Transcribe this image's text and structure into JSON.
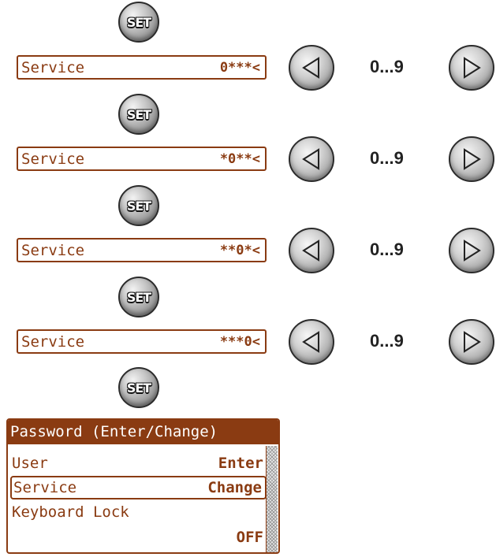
{
  "set_label": "SET",
  "range_label": "0...9",
  "steps": [
    {
      "label": "Service",
      "code": "0***<"
    },
    {
      "label": "Service",
      "code": "*0**<"
    },
    {
      "label": "Service",
      "code": "**0*<"
    },
    {
      "label": "Service",
      "code": "***0<"
    }
  ],
  "menu": {
    "title": "Password (Enter/Change)",
    "rows": [
      {
        "label": "User",
        "value": "Enter"
      },
      {
        "label": "Service",
        "value": "Change",
        "selected": true
      },
      {
        "label": "Keyboard Lock",
        "value": ""
      },
      {
        "label": "",
        "value": "OFF"
      }
    ]
  },
  "colors": {
    "lcd": "#8a3b12",
    "button_gray": "#9b9b9b"
  },
  "icons": {
    "left": "triangle-left-icon",
    "right": "triangle-right-icon"
  }
}
